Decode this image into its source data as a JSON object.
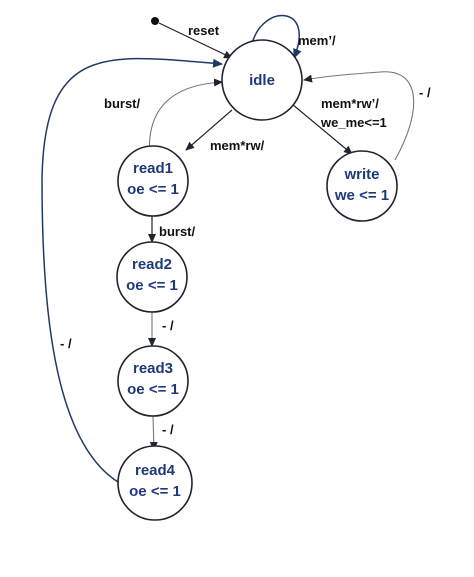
{
  "states": {
    "idle": {
      "name": "idle",
      "action": ""
    },
    "read1": {
      "name": "read1",
      "action": "oe <= 1"
    },
    "read2": {
      "name": "read2",
      "action": "oe <= 1"
    },
    "read3": {
      "name": "read3",
      "action": "oe <= 1"
    },
    "read4": {
      "name": "read4",
      "action": "oe <= 1"
    },
    "write": {
      "name": "write",
      "action": "we <= 1"
    }
  },
  "transitions": {
    "reset": "reset",
    "idle_self": "mem’/",
    "idle_to_read1": "mem*rw/",
    "idle_to_write_line1": "mem*rw’/",
    "idle_to_write_line2": "we_me<=1",
    "write_to_idle": "- /",
    "read1_to_idle": "burst/",
    "read1_to_read2": "burst/",
    "read2_to_read3": "- /",
    "read3_to_read4": "- /",
    "read4_to_idle": "- /"
  }
}
